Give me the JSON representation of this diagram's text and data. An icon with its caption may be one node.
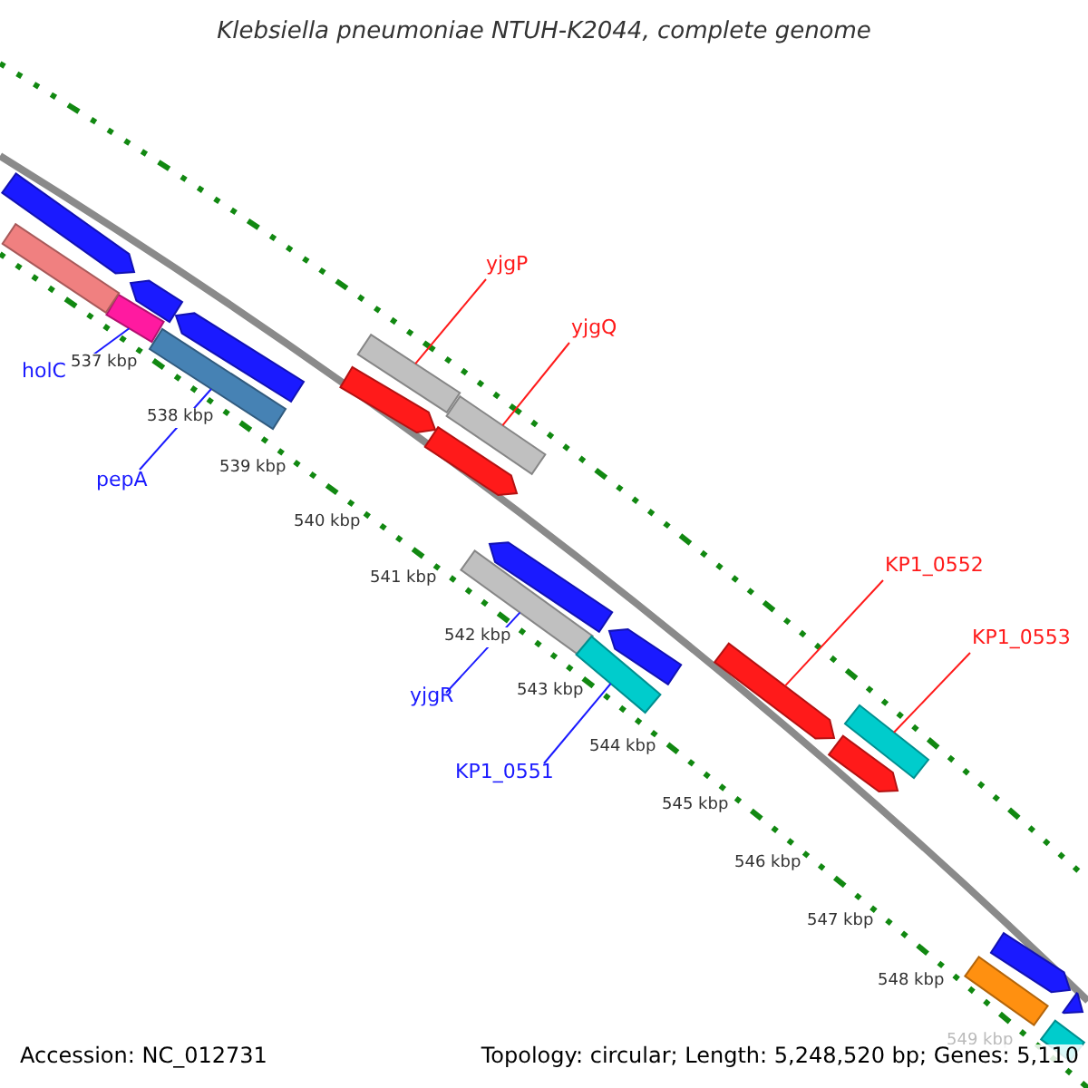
{
  "diagram": {
    "title": "Klebsiella pneumoniae NTUH-K2044, complete genome",
    "nodes": [
      {
        "text": [
          "holC"
        ]
      },
      {
        "text": [
          "pepA"
        ]
      },
      {
        "text": [
          "yjgP"
        ]
      },
      {
        "text": [
          "yjgQ"
        ]
      },
      {
        "text": [
          "yjgR"
        ]
      },
      {
        "text": [
          "KP1_0551"
        ]
      },
      {
        "text": [
          "KP1_0552"
        ]
      },
      {
        "text": [
          "KP1_0553"
        ]
      },
      {
        "text": [],
        "shape": "bar"
      },
      {
        "text": [],
        "shape": "bar"
      },
      {
        "text": [],
        "shape": "bar"
      },
      {
        "text": [],
        "shape": "bar"
      },
      {
        "text": [],
        "shape": "bar"
      },
      {
        "text": [],
        "shape": "bar"
      },
      {
        "text": [],
        "shape": "bar"
      },
      {
        "text": [],
        "shape": "bar"
      },
      {
        "text": [],
        "shape": "bar"
      },
      {
        "text": [],
        "shape": "bar"
      },
      {
        "text": [],
        "shape": "bar"
      },
      {
        "text": [],
        "shape": "bar"
      },
      {
        "text": [],
        "shape": "bar"
      },
      {
        "text": [],
        "shape": "bar"
      },
      {
        "text": [],
        "shape": "bar"
      },
      {
        "text": [],
        "shape": "bar"
      },
      {
        "text": [],
        "shape": "bar"
      },
      {
        "text": [],
        "shape": "bar"
      },
      {
        "text": [],
        "shape": "bar"
      },
      {
        "text": [],
        "shape": "bar"
      },
      {
        "text": [],
        "shape": "bar"
      }
    ],
    "edges": [
      {
        "from": 0,
        "to": 8,
        "arrow": "none"
      },
      {
        "from": 1,
        "to": 9,
        "arrow": "none"
      },
      {
        "from": 2,
        "to": 10,
        "arrow": "none",
        "color": "#ff1a1a"
      },
      {
        "from": 3,
        "to": 11,
        "arrow": "none",
        "color": "#ff1a1a"
      },
      {
        "from": 4,
        "to": 12,
        "arrow": "none"
      },
      {
        "from": 5,
        "to": 13,
        "arrow": "none"
      },
      {
        "from": 6,
        "to": 14,
        "arrow": "none",
        "color": "#ff1a1a"
      },
      {
        "from": 7,
        "to": 15,
        "arrow": "none",
        "color": "#ff1a1a"
      }
    ],
    "labels": [
      "537 kbp",
      "538 kbp",
      "539 kbp",
      "540 kbp",
      "541 kbp",
      "542 kbp",
      "543 kbp",
      "544 kbp",
      "545 kbp",
      "546 kbp",
      "547 kbp",
      "548 kbp",
      "549 kbp",
      "Accession: NC_012731",
      "Topology: circular; Length: 5,248,520 bp; Genes: 5,110"
    ]
  }
}
